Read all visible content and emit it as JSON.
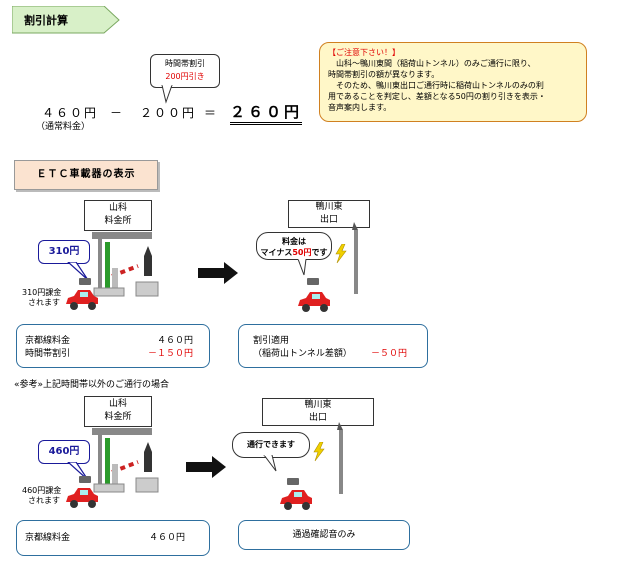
{
  "section1": {
    "title": "割引計算"
  },
  "calc": {
    "bubble_line1": "時間帯割引",
    "bubble_line2": "200円引き",
    "normal_fare": "４６０円",
    "normal_fare_note": "（通常料金）",
    "minus": "－",
    "discount": "２００円",
    "equals": "＝",
    "result": "２６０円"
  },
  "notice": {
    "title": "【ご注意下さい！】",
    "line1": "山科～鴨川東間（稲荷山トンネル）のみご通行に限り、",
    "line2": "時間帯割引の額が異なります。",
    "line3": "そのため、鴨川東出口ご通行時に稲荷山トンネルのみの利",
    "line4": "用であることを判定し、差額となる50円の割り引きを表示・",
    "line5": "音声案内します。"
  },
  "section2": {
    "title": "ＥＴＣ車載器の表示"
  },
  "scene1": {
    "toll_line1": "山科",
    "toll_line2": "料金所",
    "exit_line1": "鴨川東",
    "exit_line2": "出口",
    "fare_bubble": "310円",
    "charged_line1": "310円課金",
    "charged_line2": "されます",
    "exit_bubble_line1": "料金は",
    "exit_bubble_prefix": "マイナス",
    "exit_bubble_amount": "50円",
    "exit_bubble_suffix": "です",
    "info_left": {
      "row1_label": "京都線料金",
      "row1_value": "４６０円",
      "row2_label": "時間帯割引",
      "row2_value": "－１５０円"
    },
    "info_right": {
      "row1_label": "割引適用",
      "row2_label": "（稲荷山トンネル差額）",
      "row2_value": "－５０円"
    }
  },
  "reference_title": "«参考»上記時間帯以外のご通行の場合",
  "scene2": {
    "toll_line1": "山科",
    "toll_line2": "料金所",
    "exit_line1": "鴨川東",
    "exit_line2": "出口",
    "fare_bubble": "460円",
    "charged_line1": "460円課金",
    "charged_line2": "されます",
    "exit_bubble": "通行できます",
    "info_left": {
      "row1_label": "京都線料金",
      "row1_value": "４６０円"
    },
    "info_right": {
      "row1_label": "通過確認音のみ"
    }
  },
  "colors": {
    "header_green": "#d8f0c8",
    "header_section": "#fbe3d0",
    "notice_bg": "#fff7c8",
    "notice_border": "#d08020",
    "info_border": "#2e6f9e",
    "red": "#e00000",
    "car": "#e02020"
  }
}
